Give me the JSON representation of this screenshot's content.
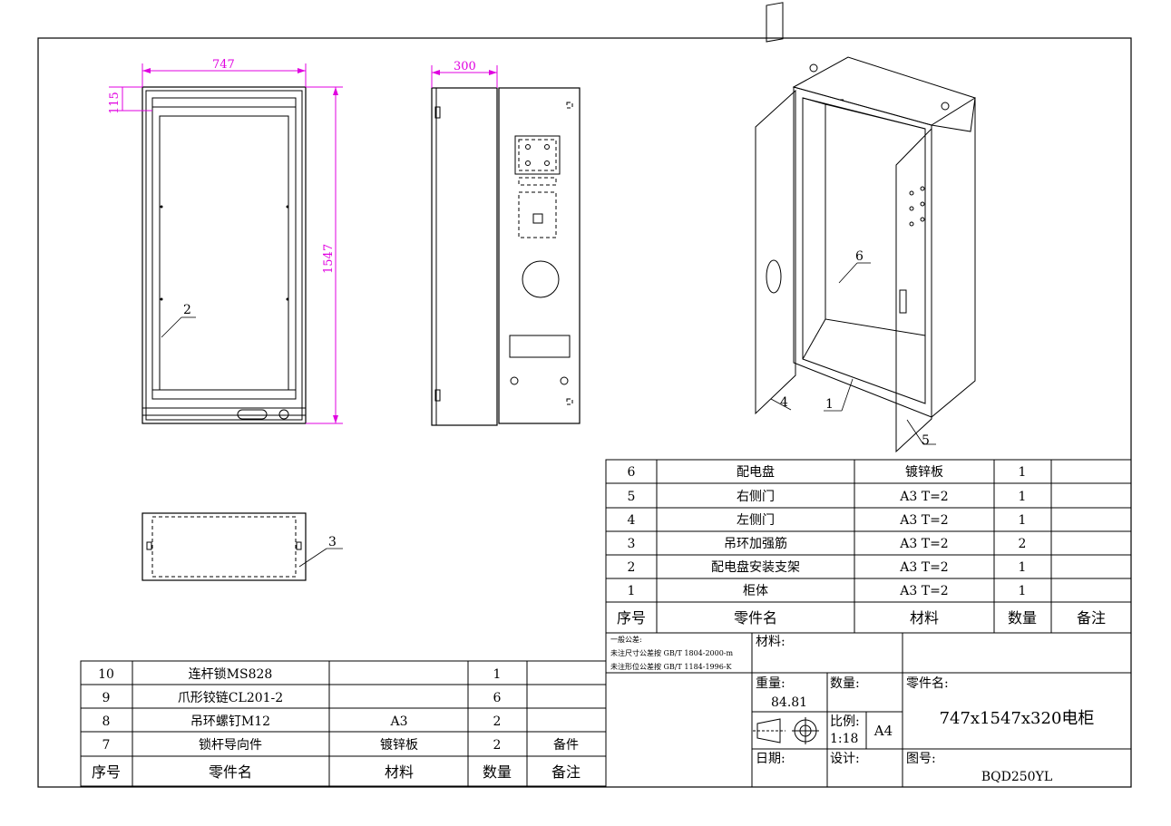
{
  "dimensions": {
    "width": "747",
    "height": "1547",
    "depth": "300",
    "top": "115"
  },
  "callouts": [
    "1",
    "2",
    "3",
    "4",
    "5",
    "6"
  ],
  "parts_upper": {
    "rows": [
      {
        "no": "6",
        "name": "配电盘",
        "material": "镀锌板",
        "qty": "1",
        "note": ""
      },
      {
        "no": "5",
        "name": "右侧门",
        "material": "A3  T=2",
        "qty": "1",
        "note": ""
      },
      {
        "no": "4",
        "name": "左侧门",
        "material": "A3  T=2",
        "qty": "1",
        "note": ""
      },
      {
        "no": "3",
        "name": "吊环加强筋",
        "material": "A3  T=2",
        "qty": "2",
        "note": ""
      },
      {
        "no": "2",
        "name": "配电盘安装支架",
        "material": "A3  T=2",
        "qty": "1",
        "note": ""
      },
      {
        "no": "1",
        "name": "柜体",
        "material": "A3  T=2",
        "qty": "1",
        "note": ""
      }
    ],
    "header": {
      "no": "序号",
      "name": "零件名",
      "material": "材料",
      "qty": "数量",
      "note": "备注"
    }
  },
  "parts_lower": {
    "rows": [
      {
        "no": "10",
        "name": "连杆锁MS828",
        "material": "",
        "qty": "1",
        "note": ""
      },
      {
        "no": "9",
        "name": "爪形铰链CL201-2",
        "material": "",
        "qty": "6",
        "note": ""
      },
      {
        "no": "8",
        "name": "吊环螺钉M12",
        "material": "A3",
        "qty": "2",
        "note": ""
      },
      {
        "no": "7",
        "name": "锁杆导向件",
        "material": "镀锌板",
        "qty": "2",
        "note": "备件"
      }
    ],
    "header": {
      "no": "序号",
      "name": "零件名",
      "material": "材料",
      "qty": "数量",
      "note": "备注"
    }
  },
  "title_block": {
    "tolerance_title": "一般公差:",
    "tolerance_line1": "未注尺寸公差按 GB/T 1804-2000-m",
    "tolerance_line2": "未注形位公差按 GB/T 1184-1996-K",
    "material_label": "材料:",
    "weight_label": "重量:",
    "weight_value": "84.81",
    "quantity_label": "数量:",
    "part_name_label": "零件名:",
    "part_name_value": "747x1547x320电柜",
    "scale_label": "比例:",
    "scale_value": "1:18",
    "paper_size": "A4",
    "date_label": "日期:",
    "design_label": "设计:",
    "drawing_no_label": "图号:",
    "drawing_no_value": "BQD250YL"
  },
  "colors": {
    "dimension": "#e000e0",
    "line": "#000000"
  }
}
